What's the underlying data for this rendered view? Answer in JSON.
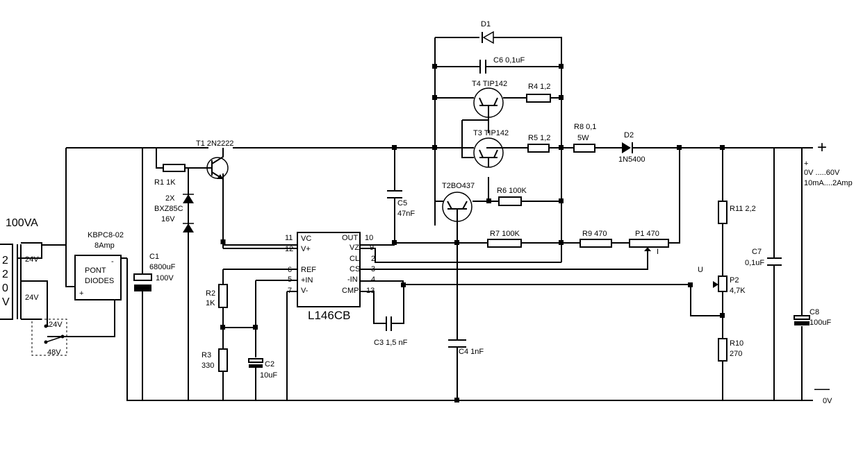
{
  "transformer": {
    "power": "100VA",
    "primary_digits": [
      "2",
      "2",
      "0"
    ],
    "primary_unit": "V",
    "sec_upper": "24V",
    "sec_lower": "24V"
  },
  "selector": {
    "pos_a": "24V",
    "pos_b": "48V"
  },
  "bridge": {
    "part": "KBPC8-02",
    "rating": "8Amp",
    "line1": "PONT",
    "line2": "DIODES",
    "minus": "-",
    "plus": "+"
  },
  "c1": {
    "name": "C1",
    "value": "6800uF",
    "voltage": "100V"
  },
  "r1": {
    "label": "R1 1K"
  },
  "zener": {
    "line1": "2X",
    "line2": "BXZ85C",
    "line3": "16V"
  },
  "t1": {
    "label": "T1 2N2222"
  },
  "r2": {
    "name": "R2",
    "value": "1K"
  },
  "r3": {
    "name": "R3",
    "value": "330"
  },
  "c2": {
    "name": "C2",
    "value": "10uF"
  },
  "ic": {
    "name": "L146CB",
    "left_pins": [
      {
        "num": "11",
        "name": "VC"
      },
      {
        "num": "12",
        "name": "V+"
      },
      {
        "num": "6",
        "name": "REF"
      },
      {
        "num": "5",
        "name": "+IN"
      },
      {
        "num": "7",
        "name": "V-"
      }
    ],
    "right_pins": [
      {
        "num": "10",
        "name": "OUT"
      },
      {
        "num": "9",
        "name": "VZ"
      },
      {
        "num": "2",
        "name": "CL"
      },
      {
        "num": "3",
        "name": "CS"
      },
      {
        "num": "4",
        "name": "-IN"
      },
      {
        "num": "13",
        "name": "CMP"
      }
    ]
  },
  "c3": {
    "label": "C3 1,5 nF"
  },
  "c4": {
    "label": "C4 1nF"
  },
  "c5": {
    "name": "C5",
    "value": "47nF"
  },
  "d1": {
    "label": "D1"
  },
  "c6": {
    "label": "C6 0,1uF"
  },
  "t4": {
    "label": "T4 TIP142"
  },
  "r4": {
    "label": "R4 1,2"
  },
  "t3": {
    "label": "T3 TIP142"
  },
  "r5": {
    "label": "R5 1,2"
  },
  "t2": {
    "label": "T2BO437"
  },
  "r6": {
    "label": "R6 100K"
  },
  "r7": {
    "label": "R7 100K"
  },
  "r8": {
    "label": "R8  0,1",
    "power": "5W"
  },
  "d2": {
    "name": "D2",
    "part": "1N5400"
  },
  "r9": {
    "label": "R9 470"
  },
  "p1": {
    "label": "P1 470",
    "wiper": "I"
  },
  "r11": {
    "label": "R11 2,2"
  },
  "u_label": "U",
  "p2": {
    "name": "P2",
    "value": "4,7K"
  },
  "r10": {
    "name": "R10",
    "value": "270"
  },
  "c7": {
    "name": "C7",
    "value": "0,1uF"
  },
  "c8": {
    "name": "C8",
    "value": "100uF"
  },
  "output": {
    "plus_symbol": "+",
    "plus_small": "+",
    "range": "0V .....60V",
    "current": "10mA....2Amp",
    "minus_symbol": "—",
    "gnd": "0V"
  }
}
